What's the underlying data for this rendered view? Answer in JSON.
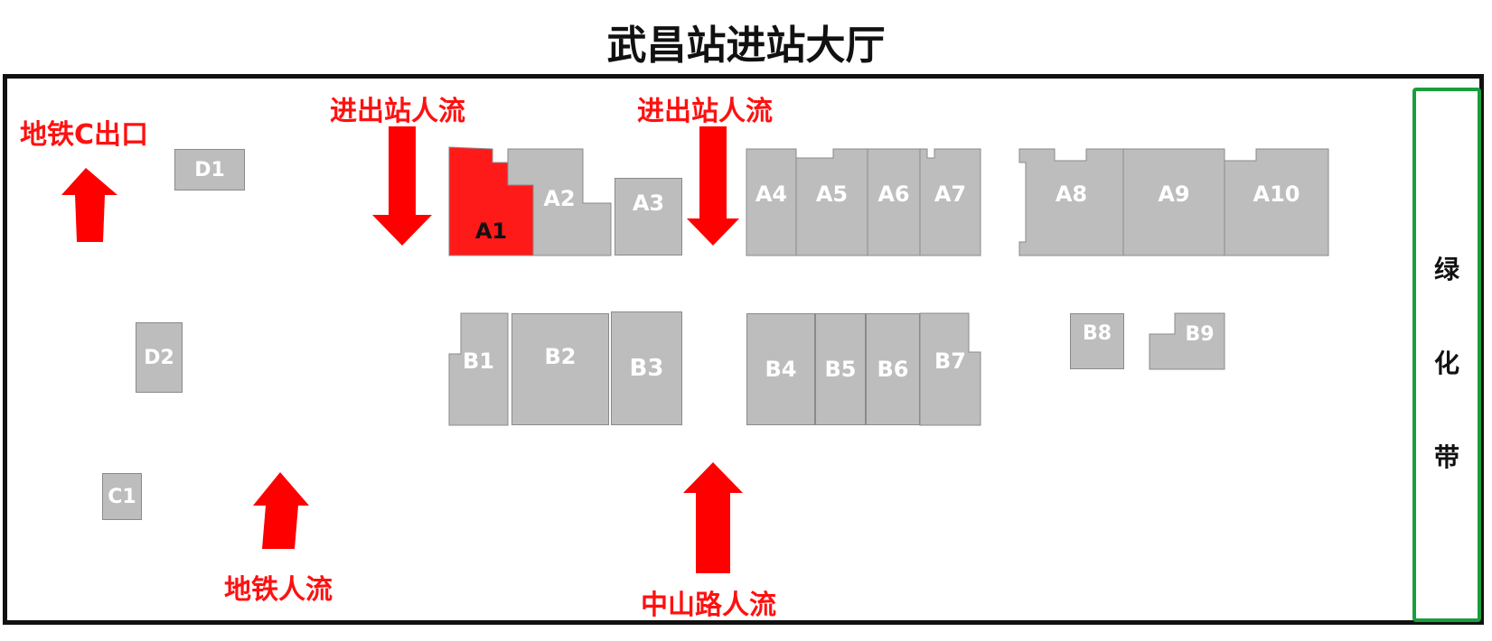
{
  "title": "武昌站进站大厅",
  "labels": {
    "metro_c_exit": "地铁C出口",
    "flow_in_out_1": "进出站人流",
    "flow_in_out_2": "进出站人流",
    "metro_flow": "地铁人流",
    "zhongshan_flow": "中山路人流"
  },
  "green_belt": [
    "绿",
    "化",
    "带"
  ],
  "booths": {
    "D1": "D1",
    "D2": "D2",
    "C1": "C1",
    "A1": "A1",
    "A2": "A2",
    "A3": "A3",
    "A4": "A4",
    "A5": "A5",
    "A6": "A6",
    "A7": "A7",
    "A8": "A8",
    "A9": "A9",
    "A10": "A10",
    "B1": "B1",
    "B2": "B2",
    "B3": "B3",
    "B4": "B4",
    "B5": "B5",
    "B6": "B6",
    "B7": "B7",
    "B8": "B8",
    "B9": "B9"
  },
  "colors": {
    "booth": "#bdbdbd",
    "highlight": "#ff1a1a",
    "arrow": "#ff0000",
    "green_belt": "#1a9e3c"
  }
}
